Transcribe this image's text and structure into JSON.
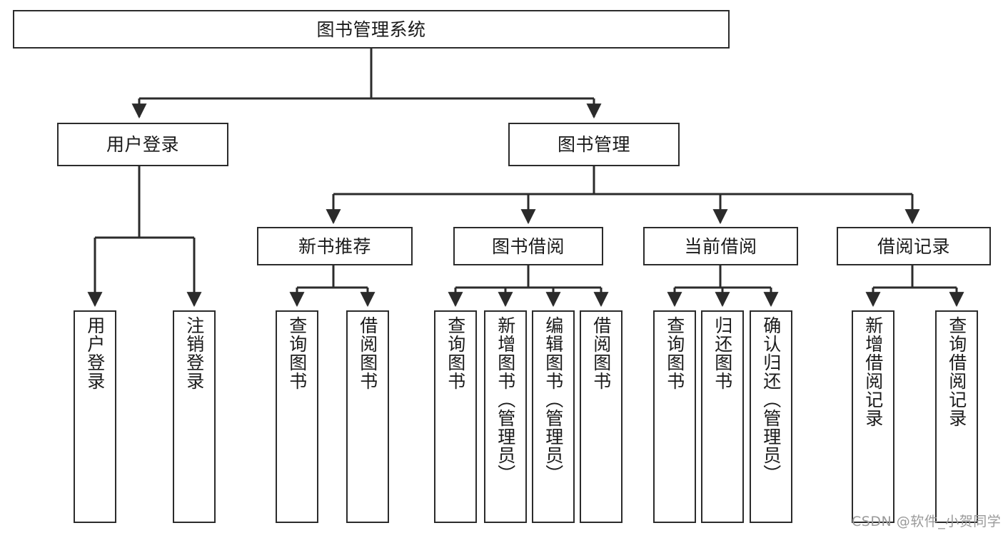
{
  "diagram": {
    "title_node": {
      "label": "图书管理系统"
    },
    "level2": [
      {
        "id": "user-login",
        "label": "用户登录"
      },
      {
        "id": "book-management",
        "label": "图书管理"
      }
    ],
    "level3": [
      {
        "id": "new-book-recommend",
        "label": "新书推荐"
      },
      {
        "id": "book-borrow",
        "label": "图书借阅"
      },
      {
        "id": "current-borrow",
        "label": "当前借阅"
      },
      {
        "id": "borrow-record",
        "label": "借阅记录"
      }
    ],
    "leaves": [
      {
        "id": "leaf-user-login",
        "label": "用户登录",
        "parent": "user-login"
      },
      {
        "id": "leaf-logout-login",
        "label": "注销登录",
        "parent": "user-login"
      },
      {
        "id": "leaf-query-book-1",
        "label": "查询图书",
        "parent": "new-book-recommend"
      },
      {
        "id": "leaf-borrow-book-1",
        "label": "借阅图书",
        "parent": "new-book-recommend"
      },
      {
        "id": "leaf-query-book-2",
        "label": "查询图书",
        "parent": "book-borrow"
      },
      {
        "id": "leaf-add-book-admin",
        "label": "新增图书（管理员）",
        "parent": "book-borrow"
      },
      {
        "id": "leaf-edit-book-admin",
        "label": "编辑图书（管理员）",
        "parent": "book-borrow"
      },
      {
        "id": "leaf-borrow-book-2",
        "label": "借阅图书",
        "parent": "book-borrow"
      },
      {
        "id": "leaf-query-book-3",
        "label": "查询图书",
        "parent": "current-borrow"
      },
      {
        "id": "leaf-return-book",
        "label": "归还图书",
        "parent": "current-borrow"
      },
      {
        "id": "leaf-confirm-return-admin",
        "label": "确认归还（管理员）",
        "parent": "current-borrow"
      },
      {
        "id": "leaf-add-borrow-record",
        "label": "新增借阅记录",
        "parent": "borrow-record"
      },
      {
        "id": "leaf-query-borrow-record",
        "label": "查询借阅记录",
        "parent": "borrow-record"
      }
    ],
    "watermark": "CSDN @软件_小贺同学",
    "colors": {
      "stroke": "#2b2b2b",
      "fill": "#ffffff",
      "text": "#1a1a1a",
      "watermark": "#9a9a9a"
    }
  }
}
